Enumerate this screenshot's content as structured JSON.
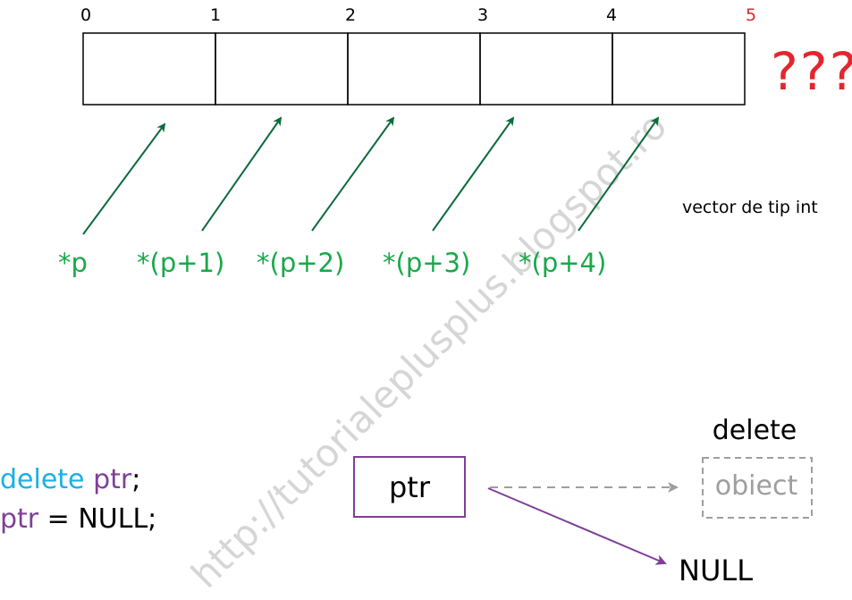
{
  "colors": {
    "black": "#000000",
    "green_text": "#19a84a",
    "green_arrow": "#0b6b3a",
    "red": "#e3262d",
    "cyan": "#1ab0e6",
    "purple": "#7f3f98",
    "gray": "#9e9e9e",
    "watermark": "#cfcfcf"
  },
  "vector": {
    "indices": [
      "0",
      "1",
      "2",
      "3",
      "4"
    ],
    "end_index": "5",
    "overflow_marker": "???",
    "caption": "vector de tip int"
  },
  "pointers": [
    "*p",
    "*(p+1)",
    "*(p+2)",
    "*(p+3)",
    "*(p+4)"
  ],
  "code": {
    "line1": {
      "keyword": "delete",
      "var": "ptr",
      "end": ";"
    },
    "line2": {
      "var": "ptr",
      "rest": " = NULL;"
    }
  },
  "delete_diagram": {
    "ptr_label": "ptr",
    "delete_label": "delete",
    "object_label": "obiect",
    "null_label": "NULL"
  },
  "watermark": "http://tutorialeplusplus.blogspot.ro"
}
